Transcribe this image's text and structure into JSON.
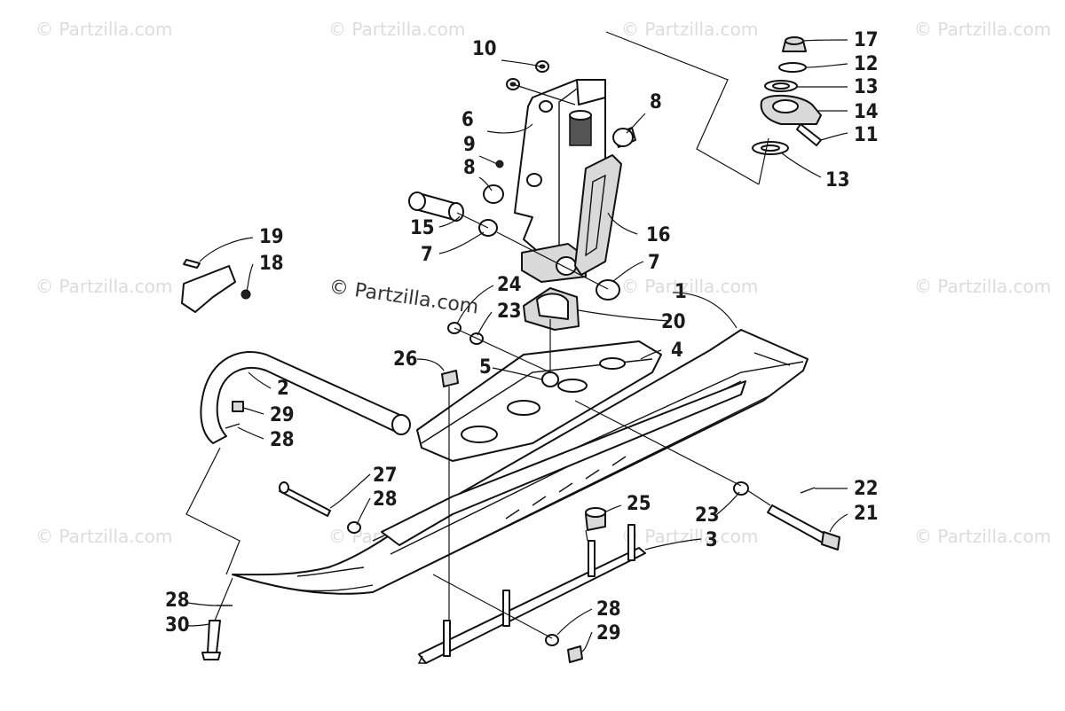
{
  "watermark": "© Partzilla.com",
  "center_watermark": "© Partzilla.com",
  "callouts": [
    {
      "id": "c10",
      "text": "10"
    },
    {
      "id": "c6",
      "text": "6"
    },
    {
      "id": "c9",
      "text": "9"
    },
    {
      "id": "c8a",
      "text": "8"
    },
    {
      "id": "c8b",
      "text": "8"
    },
    {
      "id": "c15",
      "text": "15"
    },
    {
      "id": "c7a",
      "text": "7"
    },
    {
      "id": "c7b",
      "text": "7"
    },
    {
      "id": "c16",
      "text": "16"
    },
    {
      "id": "c17",
      "text": "17"
    },
    {
      "id": "c12",
      "text": "12"
    },
    {
      "id": "c13a",
      "text": "13"
    },
    {
      "id": "c14",
      "text": "14"
    },
    {
      "id": "c11",
      "text": "11"
    },
    {
      "id": "c13b",
      "text": "13"
    },
    {
      "id": "c19",
      "text": "19"
    },
    {
      "id": "c18",
      "text": "18"
    },
    {
      "id": "c24",
      "text": "24"
    },
    {
      "id": "c23a",
      "text": "23"
    },
    {
      "id": "c20",
      "text": "20"
    },
    {
      "id": "c1",
      "text": "1"
    },
    {
      "id": "c26",
      "text": "26"
    },
    {
      "id": "c5",
      "text": "5"
    },
    {
      "id": "c4",
      "text": "4"
    },
    {
      "id": "c2",
      "text": "2"
    },
    {
      "id": "c29a",
      "text": "29"
    },
    {
      "id": "c28a",
      "text": "28"
    },
    {
      "id": "c27",
      "text": "27"
    },
    {
      "id": "c28b",
      "text": "28"
    },
    {
      "id": "c25",
      "text": "25"
    },
    {
      "id": "c22",
      "text": "22"
    },
    {
      "id": "c23b",
      "text": "23"
    },
    {
      "id": "c21",
      "text": "21"
    },
    {
      "id": "c3",
      "text": "3"
    },
    {
      "id": "c28c",
      "text": "28"
    },
    {
      "id": "c30",
      "text": "30"
    },
    {
      "id": "c28d",
      "text": "28"
    },
    {
      "id": "c29b",
      "text": "29"
    }
  ]
}
